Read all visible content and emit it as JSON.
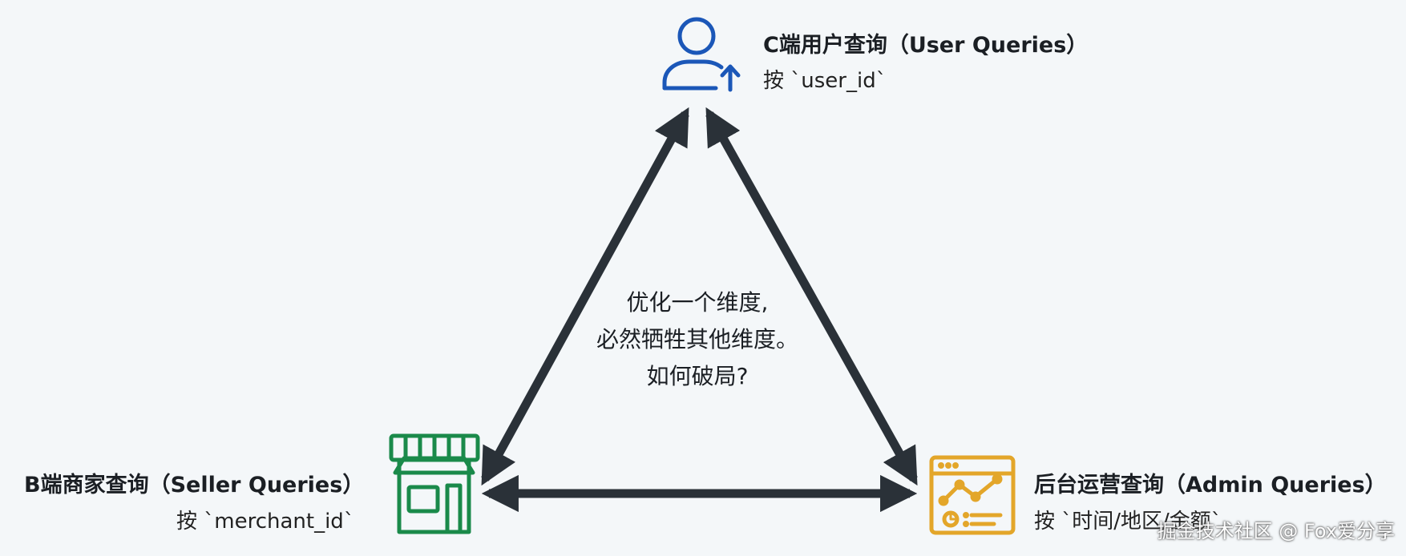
{
  "nodes": {
    "user": {
      "title": "C端用户查询（User Queries）",
      "subtitle": "按 `user_id`",
      "icon": "user-profile-icon",
      "color": "#1b57b8"
    },
    "seller": {
      "title": "B端商家查询（Seller Queries）",
      "subtitle": "按 `merchant_id`",
      "icon": "storefront-icon",
      "color": "#1a8a4a"
    },
    "admin": {
      "title": "后台运营查询（Admin Queries）",
      "subtitle": "按 `时间/地区/金额`",
      "icon": "analytics-dashboard-icon",
      "color": "#e3a62a"
    }
  },
  "center": {
    "lines": [
      "优化一个维度,",
      "必然牺牲其他维度。",
      "如何破局?"
    ]
  },
  "arrows": {
    "color": "#2a3138"
  },
  "watermark": "掘金技术社区 @ Fox爱分享"
}
